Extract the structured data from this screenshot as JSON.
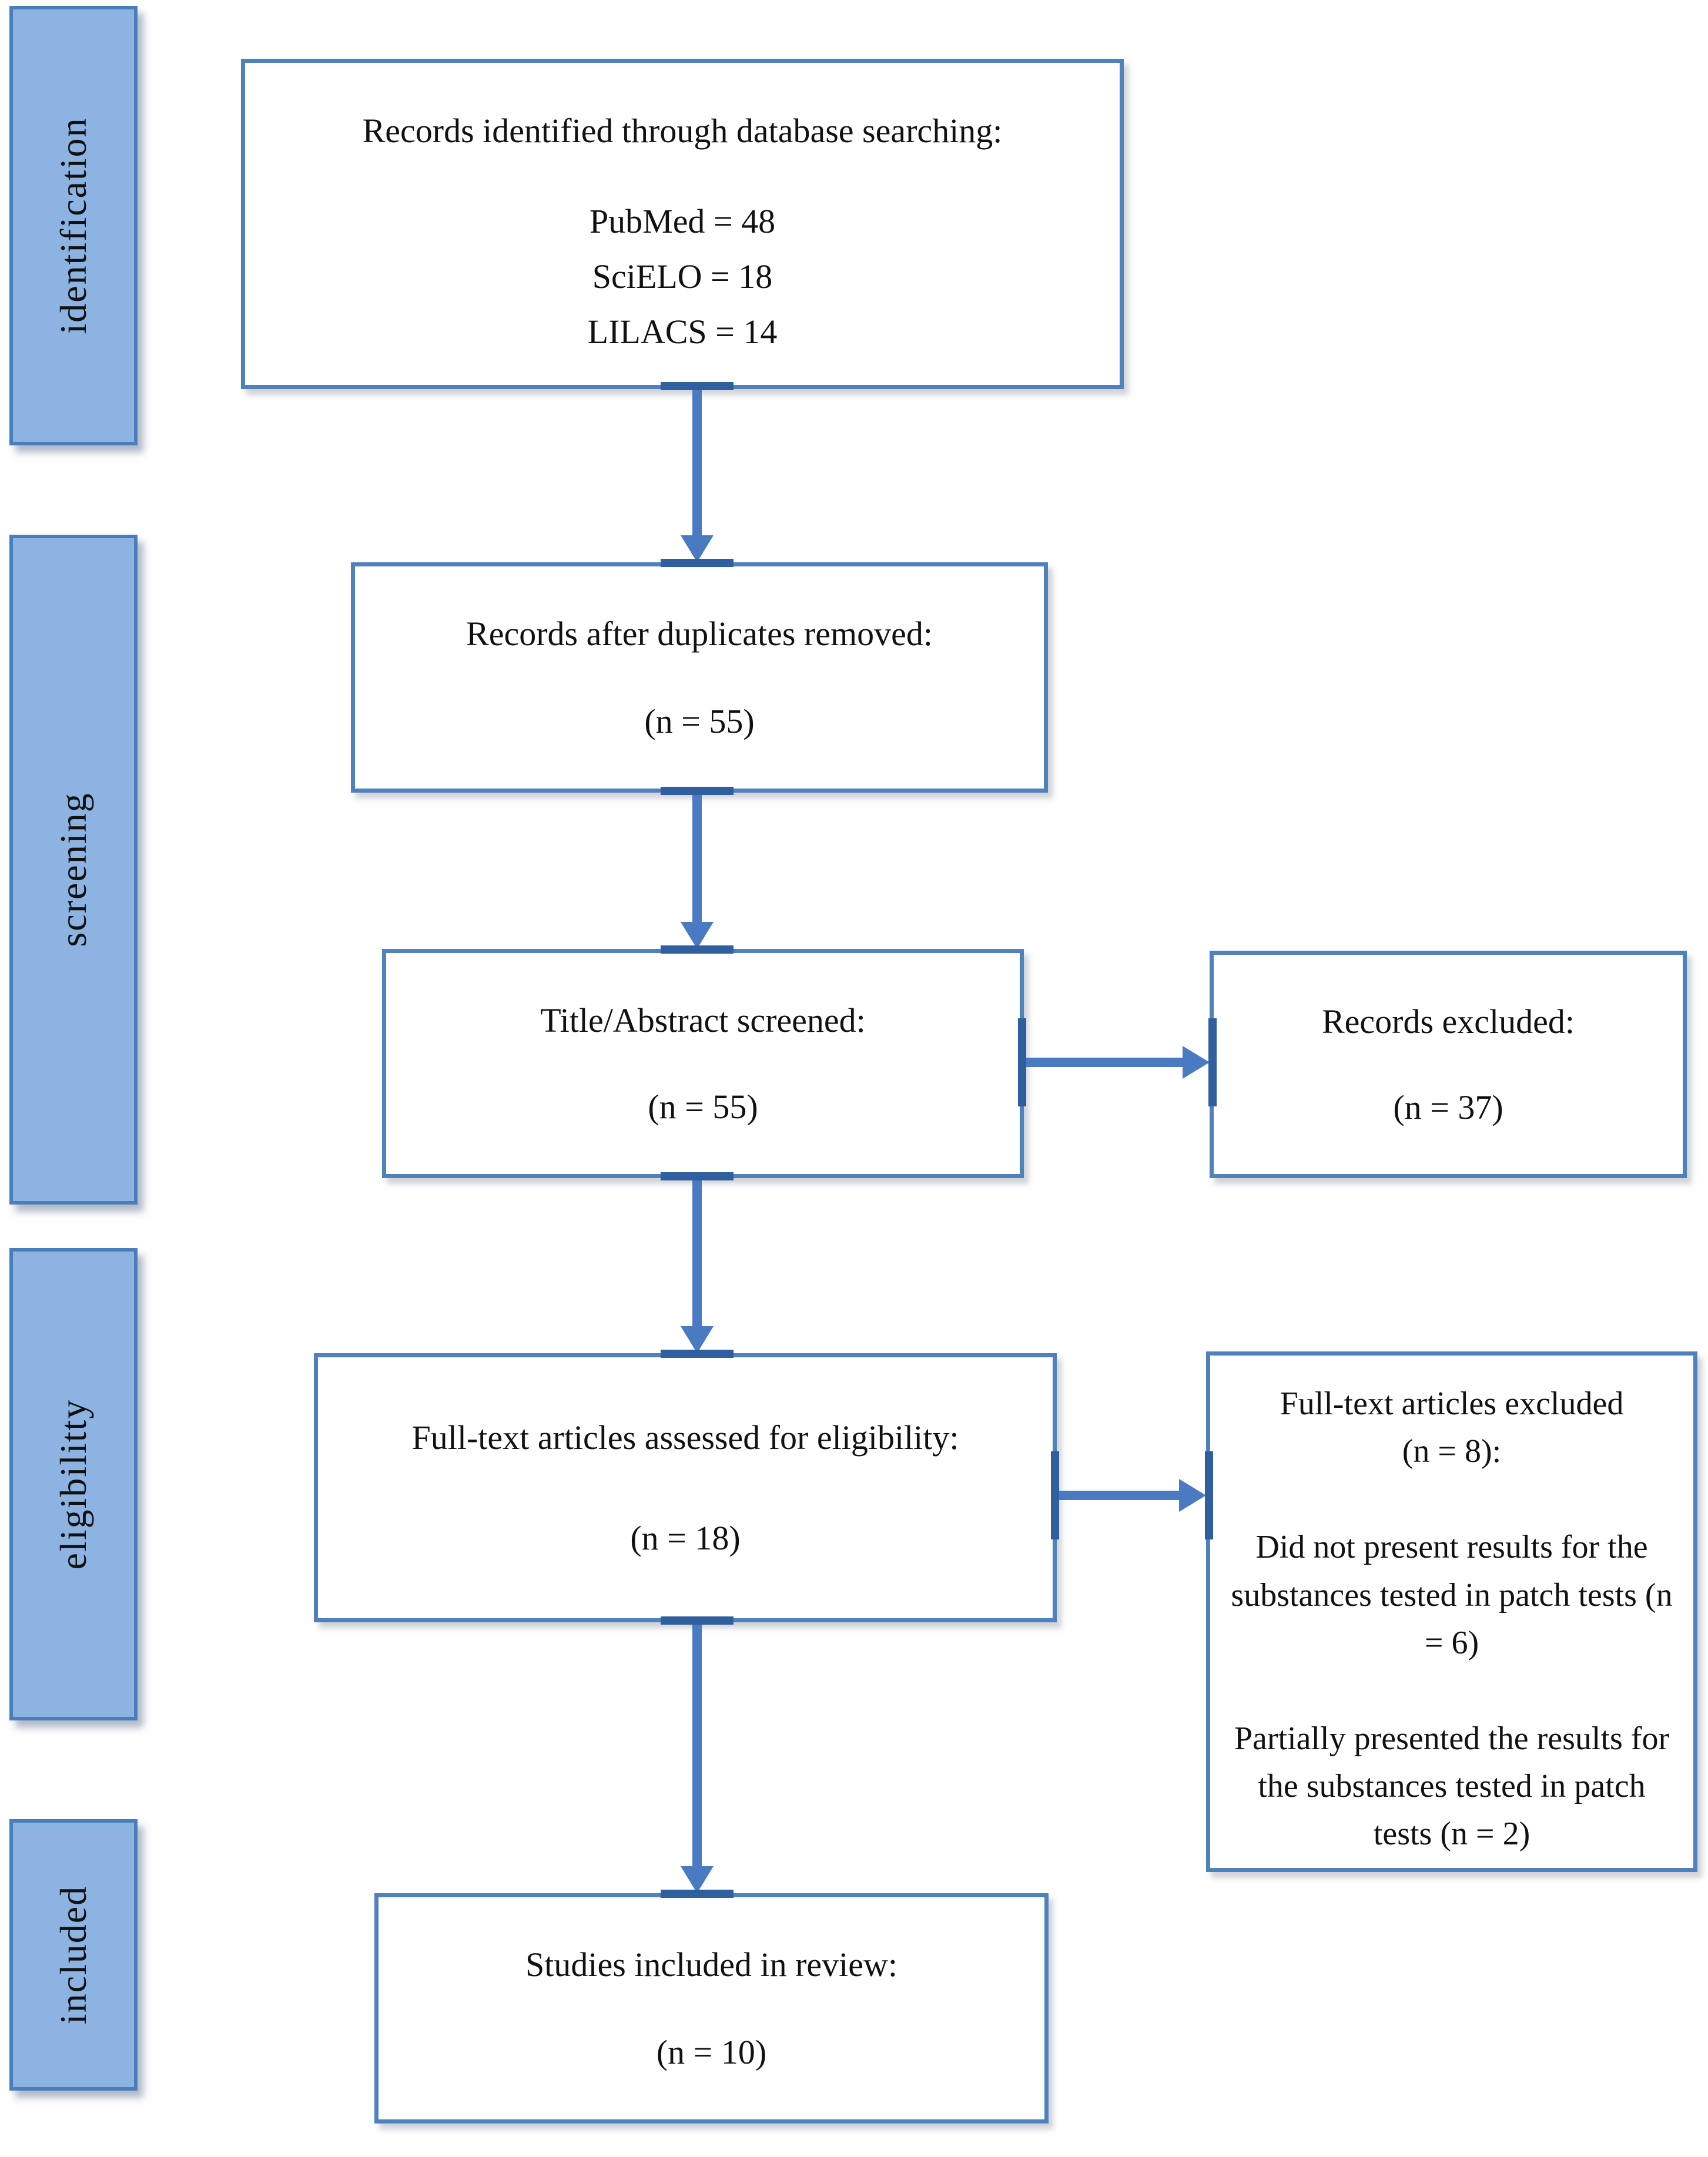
{
  "sidebar": {
    "labels": [
      "identification",
      "screening",
      "eligibilitty",
      "included"
    ]
  },
  "flow": {
    "identification": {
      "title": "Records identified through database searching:",
      "sources": [
        "PubMed = 48",
        "SciELO = 18",
        "LILACS = 14"
      ]
    },
    "duplicates_removed": {
      "title": "Records after duplicates removed:",
      "count": "(n = 55)"
    },
    "title_abstract_screened": {
      "title": "Title/Abstract screened:",
      "count": "(n = 55)"
    },
    "records_excluded": {
      "title": "Records excluded:",
      "count": "(n = 37)"
    },
    "full_text_assessed": {
      "title": "Full-text articles assessed for eligibility:",
      "count": "(n = 18)"
    },
    "full_text_excluded": {
      "title": "Full-text articles excluded",
      "count": "(n = 8):",
      "reasons": [
        "Did not present results for the substances tested in patch tests (n = 6)",
        "Partially presented the results for the substances tested in patch tests (n = 2)"
      ]
    },
    "studies_included": {
      "title": "Studies included in review:",
      "count": "(n = 10)"
    }
  },
  "colors": {
    "box_border": "#4f81bd",
    "arrow": "#4a7ac2",
    "connector_tab": "#2f5f9f",
    "sidebar_fill": "#8db3e2",
    "sidebar_border": "#4a7ebb",
    "text": "#111111"
  }
}
